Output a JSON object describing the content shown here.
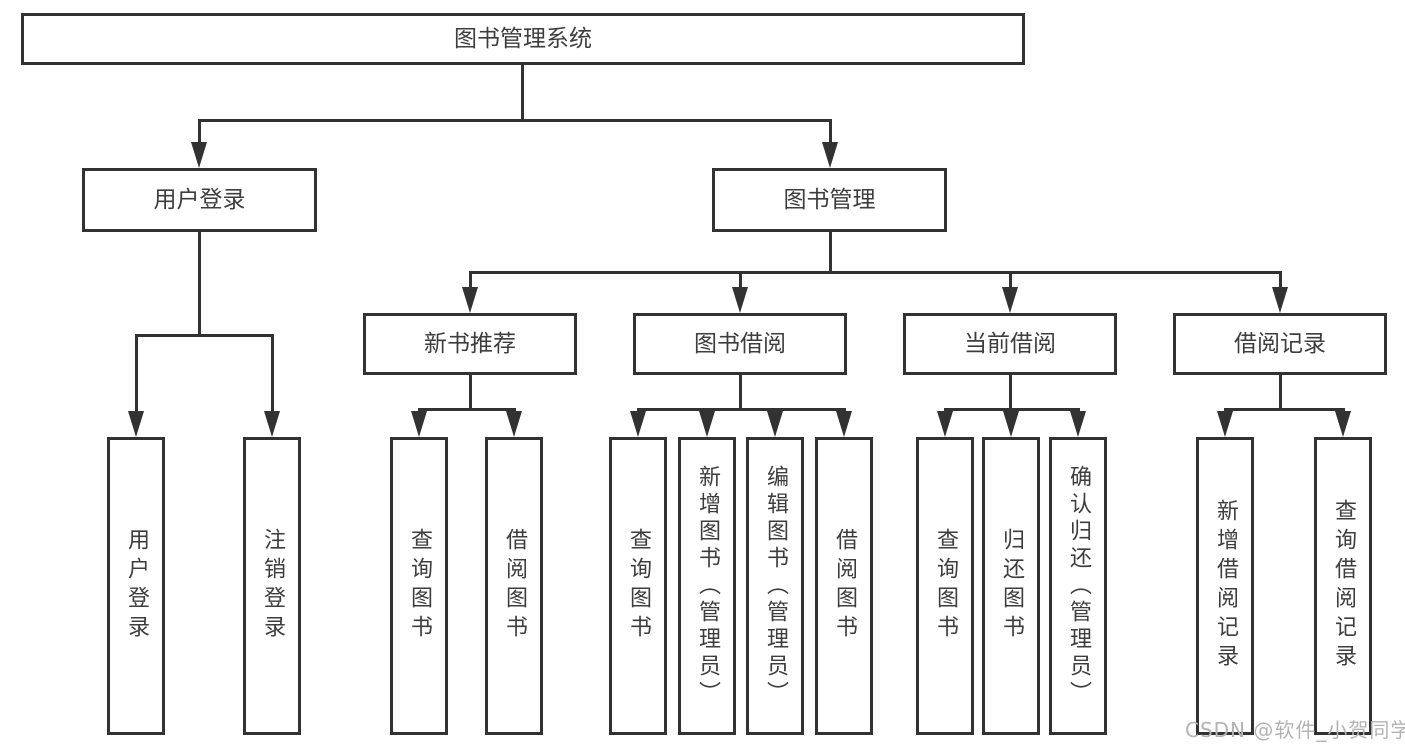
{
  "tree": {
    "label": "图书管理系统",
    "children": [
      {
        "label": "用户登录",
        "children": [
          {
            "label": "用户登录"
          },
          {
            "label": "注销登录"
          }
        ]
      },
      {
        "label": "图书管理",
        "children": [
          {
            "label": "新书推荐",
            "children": [
              {
                "label": "查询图书"
              },
              {
                "label": "借阅图书"
              }
            ]
          },
          {
            "label": "图书借阅",
            "children": [
              {
                "label": "查询图书"
              },
              {
                "label": "新增图书（管理员）"
              },
              {
                "label": "编辑图书（管理员）"
              },
              {
                "label": "借阅图书"
              }
            ]
          },
          {
            "label": "当前借阅",
            "children": [
              {
                "label": "查询图书"
              },
              {
                "label": "归还图书"
              },
              {
                "label": "确认归还（管理员）"
              }
            ]
          },
          {
            "label": "借阅记录",
            "children": [
              {
                "label": "新增借阅记录"
              },
              {
                "label": "查询借阅记录"
              }
            ]
          }
        ]
      }
    ]
  },
  "watermark": "CSDN @软件_小贺同学",
  "colors": {
    "line": "#323232",
    "text": "#3d3d3d",
    "watermark": "#b3b3b3",
    "background": "#ffffff"
  }
}
